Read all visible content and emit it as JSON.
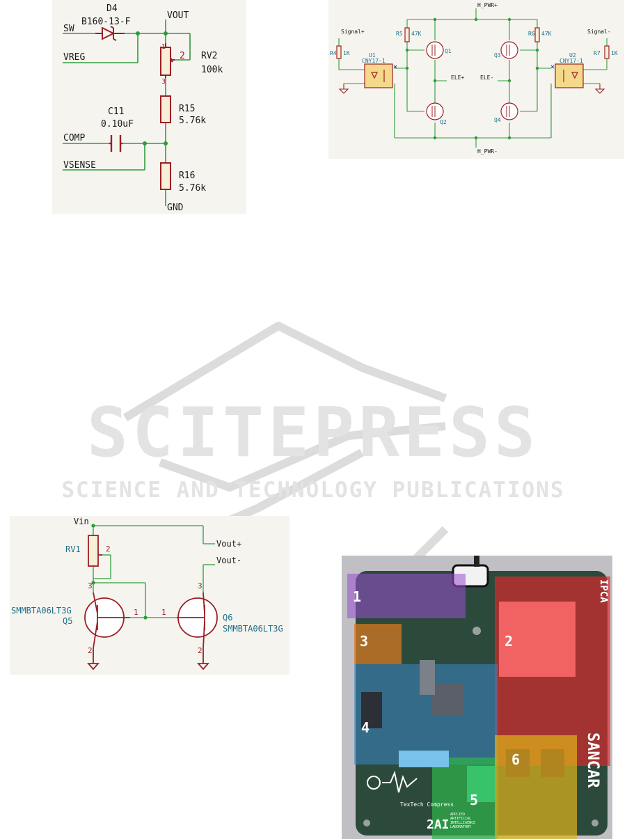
{
  "regulator": {
    "diode_ref": "D4",
    "diode_part": "B160-13-F",
    "net_sw": "SW",
    "net_vreg": "VREG",
    "net_vout": "VOUT",
    "pot_ref": "RV2",
    "pot_val": "100k",
    "pot_pin1": "1",
    "pot_pin2": "2",
    "pot_pin3": "3",
    "r15_ref": "R15",
    "r15_val": "5.76k",
    "c11_ref": "C11",
    "c11_val": "0.10uF",
    "net_comp": "COMP",
    "net_vsense": "VSENSE",
    "r16_ref": "R16",
    "r16_val": "5.76k",
    "net_gnd": "GND"
  },
  "hbridge": {
    "h_pwr_p": "H_PWR+",
    "h_pwr_n": "H_PWR-",
    "signal_p": "Signal+",
    "signal_n": "Signal-",
    "r4": "R4",
    "r4_val": "1K",
    "r5": "R5",
    "r5_val": "47K",
    "r6": "R6",
    "r6_val": "47K",
    "r7": "R7",
    "r7_val": "1K",
    "u1": "U1",
    "u1_part": "CNY17-1",
    "u2": "U2",
    "u2_part": "CNY17-1",
    "q1": "Q1",
    "q2": "Q2",
    "q3": "Q3",
    "q4": "Q4",
    "ele_p": "ELE+",
    "ele_n": "ELE-"
  },
  "mirror": {
    "vin": "Vin",
    "rv1": "RV1",
    "rv1_pin2": "2",
    "vout_p": "Vout+",
    "vout_n": "Vout-",
    "q5": "Q5",
    "q5_part": "SMMBTA06LT3G",
    "q6": "Q6",
    "q6_part": "SMMBTA06LT3G"
  },
  "pcb": {
    "zones": [
      {
        "label": "1",
        "color": "#9a4fd1"
      },
      {
        "label": "2",
        "color": "#e3262b"
      },
      {
        "label": "3",
        "color": "#e07a1c"
      },
      {
        "label": "4",
        "color": "#3b86c6"
      },
      {
        "label": "5",
        "color": "#2fb54a"
      },
      {
        "label": "6",
        "color": "#e0b418"
      }
    ],
    "logo_text": "TexTech Compress",
    "lab_mark": "2AI",
    "lab_line1": "APPLIED",
    "lab_line2": "ARTIFICIAL",
    "lab_line3": "INTELLIGENCE",
    "lab_line4": "LABORATORY",
    "brand": "SANCAR",
    "ipca": "IPCA"
  },
  "watermark": {
    "main": "SCITEPRESS",
    "sub": "SCIENCE AND TECHNOLOGY PUBLICATIONS"
  }
}
